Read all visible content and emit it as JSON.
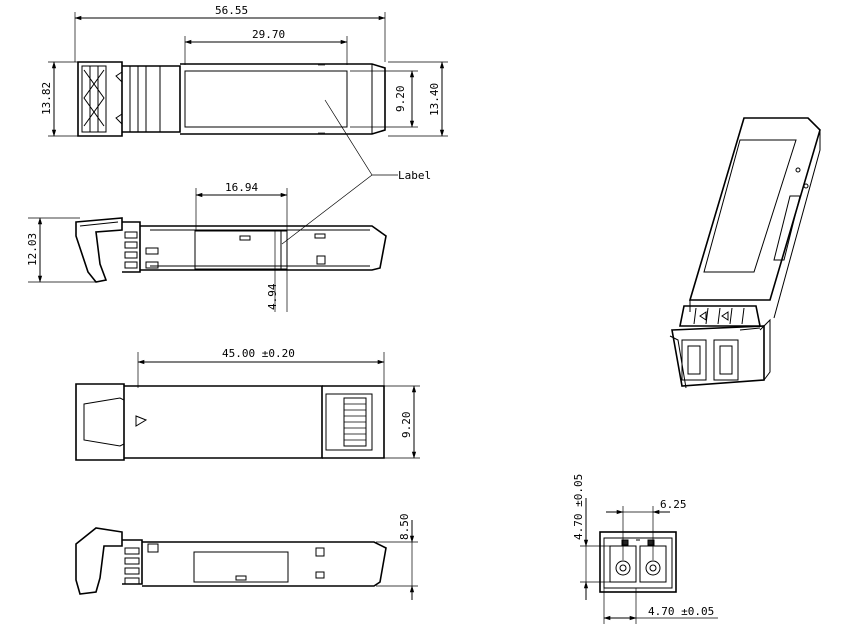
{
  "dimensions": {
    "overall_length": "56.55",
    "label_length_top": "29.70",
    "total_height_top": "13.82",
    "label_height_top": "9.20",
    "body_height_top": "13.40",
    "label_offset": "16.94",
    "side_height": "12.03",
    "label_height_side": "4.94",
    "body_length": "45.00 ±0.20",
    "bottom_height": "9.20",
    "side2_height": "8.50",
    "port_height": "4.70 ±0.05",
    "port_pitch": "6.25",
    "port_width": "4.70 ±0.05"
  },
  "callout": {
    "label": "Label"
  }
}
